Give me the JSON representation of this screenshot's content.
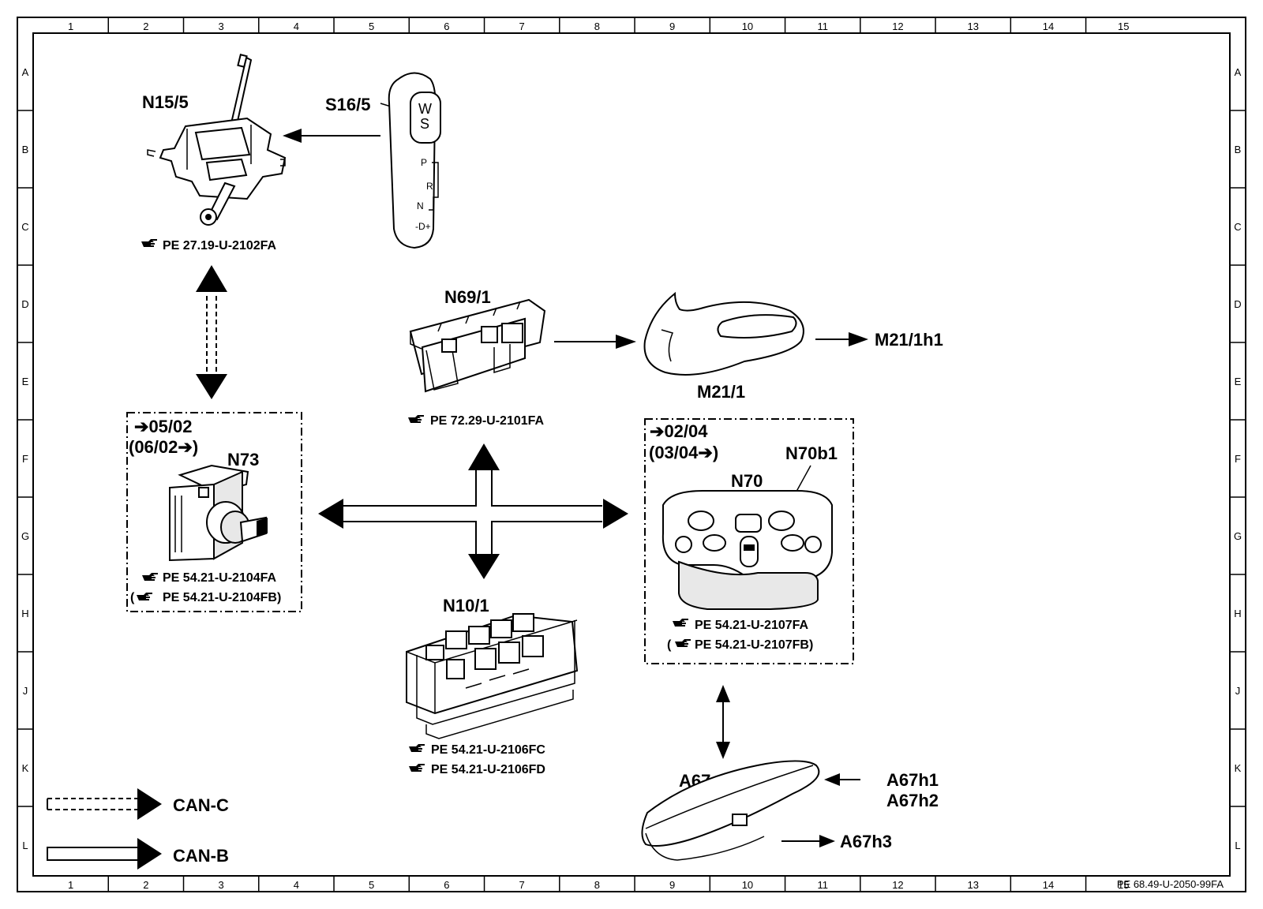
{
  "border": {
    "columns": [
      "1",
      "2",
      "3",
      "4",
      "5",
      "6",
      "7",
      "8",
      "9",
      "10",
      "11",
      "12",
      "13",
      "14",
      "15"
    ],
    "rows": [
      "A",
      "B",
      "C",
      "D",
      "E",
      "F",
      "G",
      "H",
      "J",
      "K",
      "L"
    ],
    "doc_id": "PE 68.49-U-2050-99FA"
  },
  "components": {
    "n15_5": {
      "label": "N15/5",
      "ref": "PE  27.19-U-2102FA"
    },
    "s16_5": {
      "label": "S16/5",
      "knob_w": "W",
      "knob_s": "S",
      "gate_p": "P",
      "gate_r": "R",
      "gate_n": "N",
      "gate_d": "-D+"
    },
    "n69_1": {
      "label": "N69/1",
      "ref": "PE  72.29-U-2101FA"
    },
    "m21_1": {
      "label": "M21/1",
      "output": "M21/1h1"
    },
    "n73": {
      "label": "N73",
      "date1": "05/02",
      "date2": "(06/02",
      "date2_end": ")",
      "ref": "PE  54.21-U-2104FA",
      "ref_alt": "PE  54.21-U-2104FB)",
      "ref_alt_open": "("
    },
    "n10_1": {
      "label": "N10/1",
      "ref": "PE  54.21-U-2106FC",
      "ref2": "PE  54.21-U-2106FD"
    },
    "n70": {
      "label": "N70",
      "sub_label": "N70b1",
      "date1": "02/04",
      "date2": "(03/04",
      "date2_end": ")",
      "ref": "PE  54.21-U-2107FA",
      "ref_alt": "PE  54.21-U-2107FB)",
      "ref_alt_open": "("
    },
    "a67": {
      "label": "A67",
      "in1": "A67h1",
      "in2": "A67h2",
      "out": "A67h3"
    }
  },
  "legend": {
    "can_c": "CAN-C",
    "can_b": "CAN-B"
  }
}
